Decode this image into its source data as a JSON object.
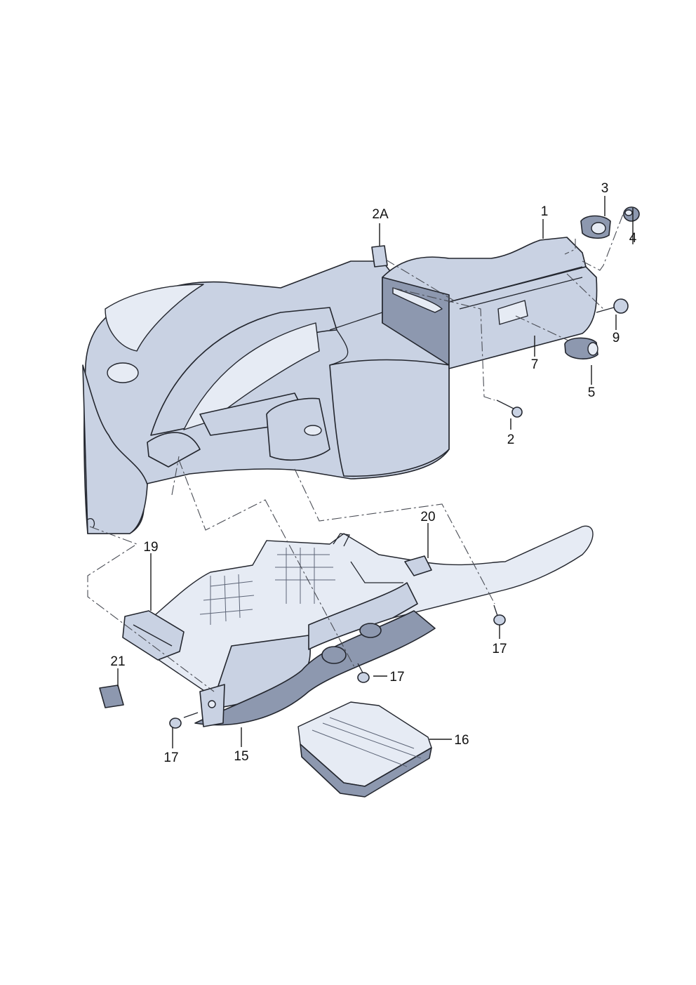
{
  "callouts": {
    "c1": "1",
    "c2": "2",
    "c2a": "2A",
    "c3": "3",
    "c4": "4",
    "c5": "5",
    "c7": "7",
    "c9": "9",
    "c15": "15",
    "c16": "16",
    "c17a": "17",
    "c17b": "17",
    "c17c": "17",
    "c19": "19",
    "c20": "20",
    "c21": "21"
  },
  "colors": {
    "part_fill": "#c9d2e3",
    "part_shadow": "#8d98af",
    "outline": "#23262e"
  }
}
